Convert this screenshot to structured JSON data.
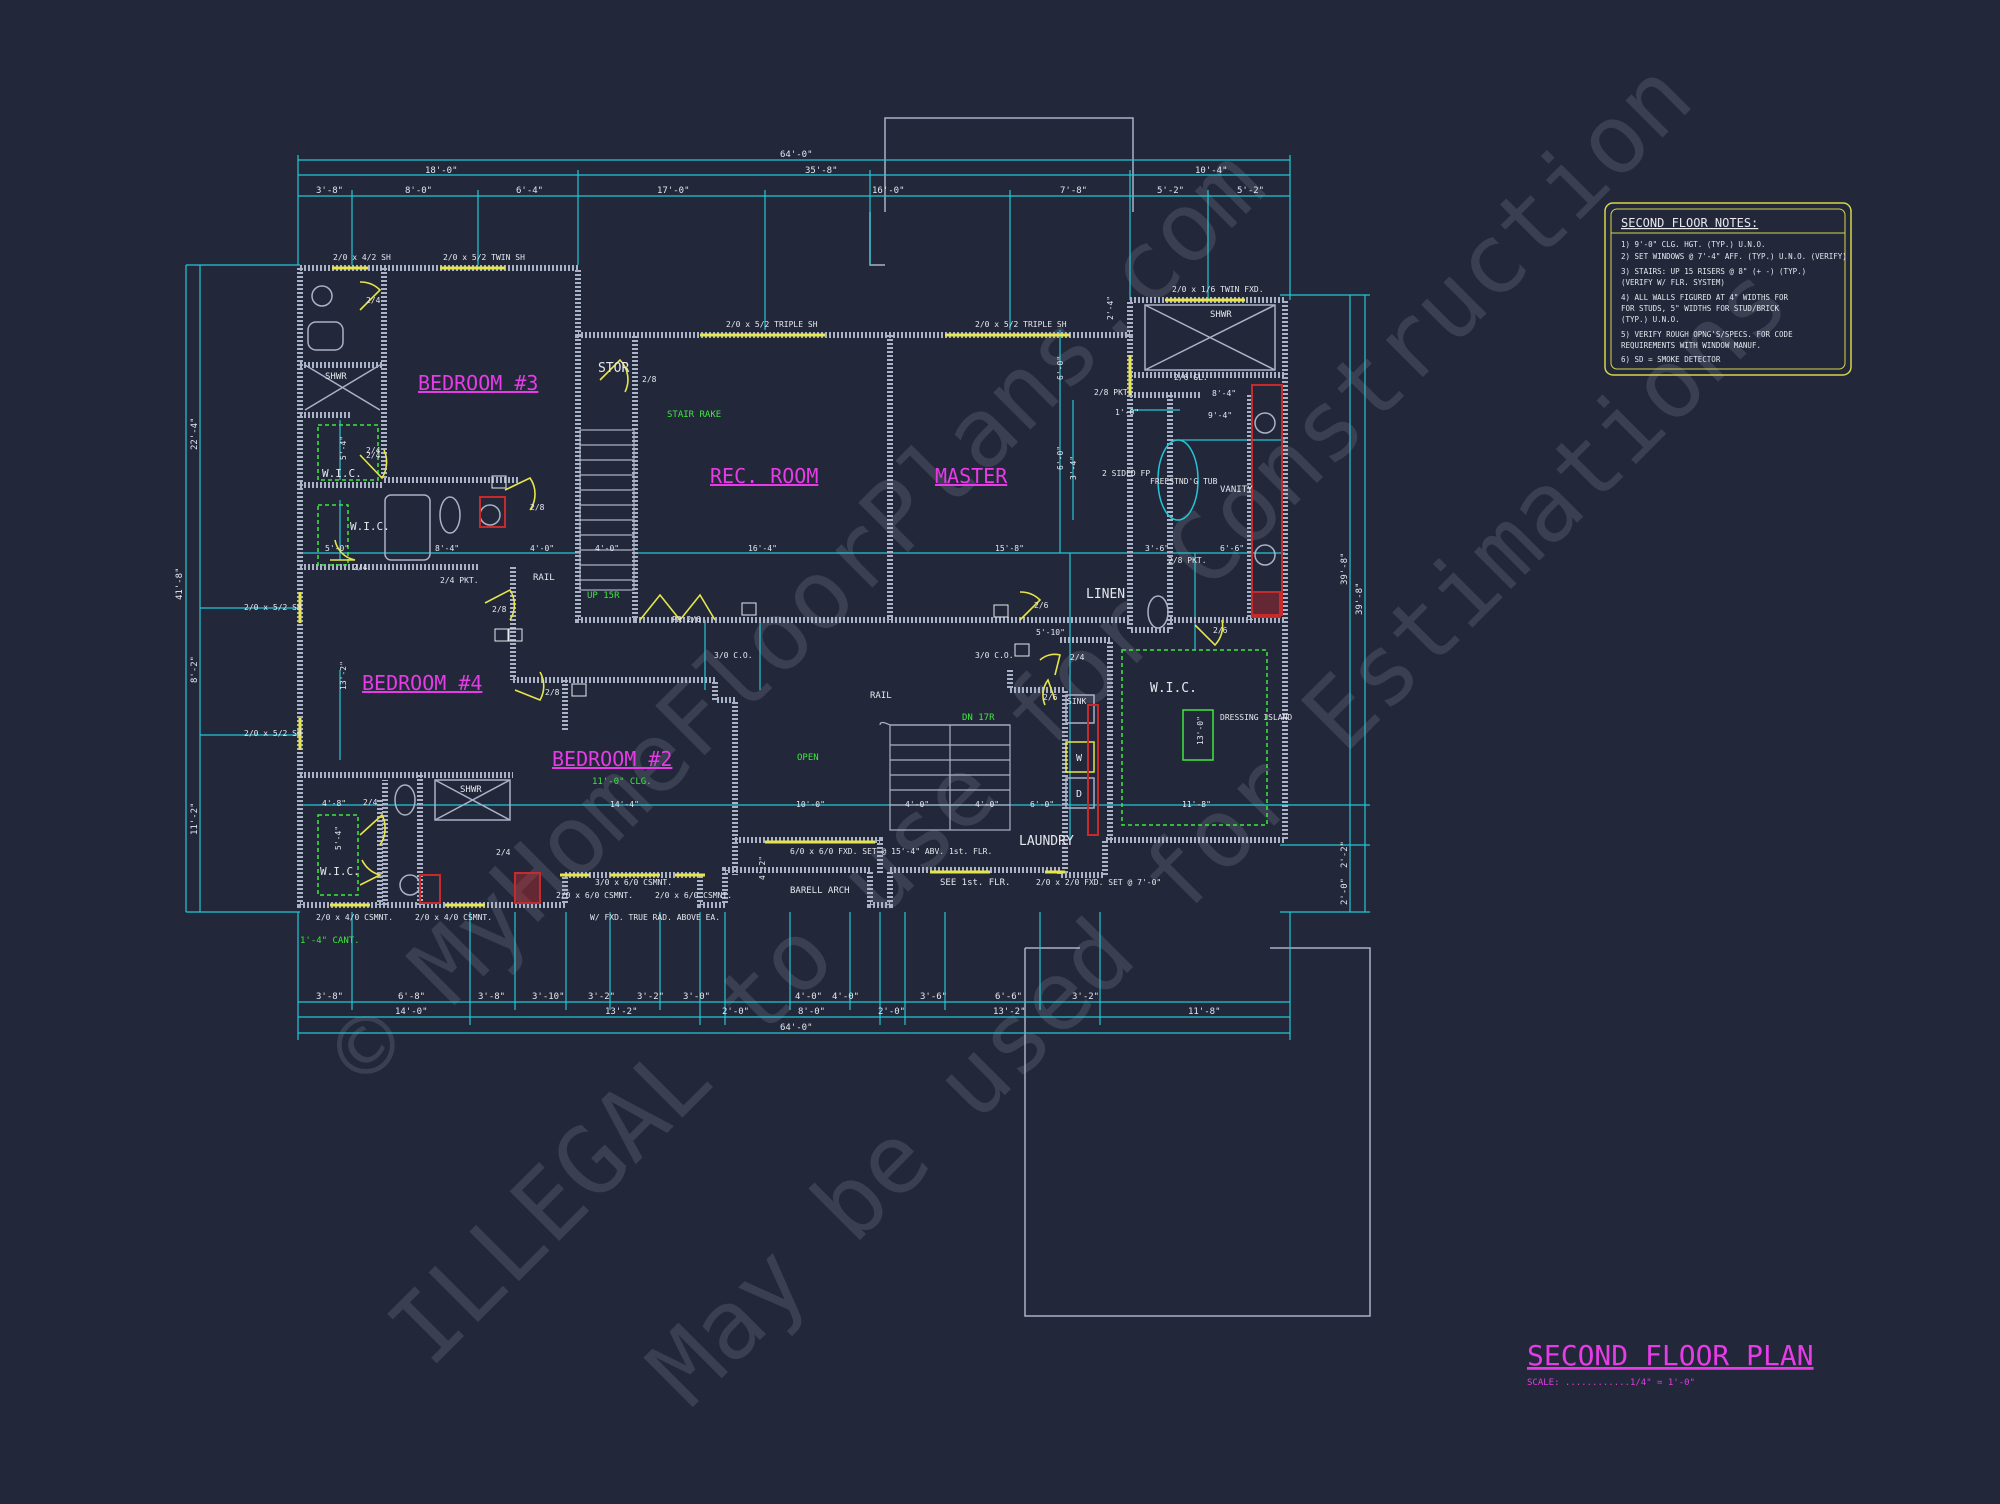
{
  "colors": {
    "background": "#222739",
    "wall": "#aab2c8",
    "dimension": "#22c7d6",
    "room_label": "#e63be6",
    "note": "#3ee83e",
    "door": "#e6e64a",
    "white_text": "#e6e8ee",
    "notes_border": "#d6d64a",
    "watermark": "#3a3f52",
    "red": "#c62a2a"
  },
  "plan": {
    "title": "SECOND FLOOR PLAN",
    "scale_text": "SCALE: ............1/4\" = 1'-0\""
  },
  "notes": {
    "title": "SECOND FLOOR NOTES:",
    "items": [
      "1) 9'-0\" CLG. HGT. (TYP.) U.N.O.",
      "2) SET WINDOWS @ 7'-4\" AFF. (TYP.) U.N.O. (VERIFY)",
      "3) STAIRS: UP 15 RISERS @ 8\" (+ -) (TYP.)",
      "    (VERIFY W/ FLR. SYSTEM)",
      "4) ALL WALLS FIGURED AT 4\" WIDTHS FOR",
      "    FOR STUDS, 5\" WIDTHS FOR STUD/BRICK",
      "    (TYP.) U.N.O.",
      "5) VERIFY ROUGH OPNG'S/SPECS. FOR CODE",
      "    REQUIREMENTS WITH WINDOW MANUF.",
      "6) SD = SMOKE DETECTOR"
    ]
  },
  "rooms": [
    {
      "key": "bedroom3",
      "label": "BEDROOM #3"
    },
    {
      "key": "rec",
      "label": "REC. ROOM"
    },
    {
      "key": "master",
      "label": "MASTER"
    },
    {
      "key": "bedroom4",
      "label": "BEDROOM #4"
    },
    {
      "key": "bedroom2",
      "label": "BEDROOM #2"
    }
  ],
  "labels": {
    "stor": "STOR",
    "linen": "LINEN",
    "laundry": "LAUNDRY",
    "wic_main": "W.I.C.",
    "wic1": "W.I.C.",
    "wic2": "W.I.C.",
    "wic3": "W.I.C.",
    "shwr1": "SHWR",
    "shwr2": "SHWR",
    "shwr3": "SHWR",
    "vanity": "VANITY",
    "freestanding_tub": "FREESTND'G TUB",
    "dressing_island": "DRESSING ISLAND",
    "two_sided_fp": "2 SIDED FP",
    "sink": "SINK",
    "washer": "W",
    "dryer": "D",
    "rail1": "RAIL",
    "rail2": "RAIL",
    "barrel_arch": "BARELL ARCH",
    "see_1st": "SEE 1st. FLR.",
    "clg_note": "11'-0\" CLG."
  },
  "green_notes": {
    "stair_rake": "STAIR RAKE",
    "up_15r": "UP 15R",
    "dn_17r": "DN 17R",
    "open": "OPEN",
    "cant": "1'-4\" CANT."
  },
  "window_labels": [
    "2/0 x 4/2 SH",
    "2/0 x 5/2 TWIN SH",
    "2/0 x 5/2 TRIPLE SH",
    "2/0 x 5/2 TRIPLE SH",
    "2/0 x 1/6 TWIN FXD.",
    "2/0 x 5/2 SH",
    "2/0 x 5/2 SH",
    "2/0 x 4/0 CSMNT.",
    "2/0 x 4/0 CSMNT.",
    "2/0 x 6/0 CSMNT.",
    "3/0 x 6/0 CSMNT.",
    "2/0 x 6/0 CSMNT.",
    "6/0 x 6/0 FXD. SET @ 15'-4\" ABV. 1st. FLR.",
    "2/0 x 2/0 FXD. SET @ 7'-0\"",
    "W/ FXD. TRUE RAD. ABOVE EA."
  ],
  "door_labels": [
    "2/4",
    "2/4",
    "2/4",
    "2/4",
    "2/8",
    "2/8",
    "2/8",
    "2/8",
    "2/4 PKT.",
    "PR 2/6",
    "3/0 C.O.",
    "3/0 C.O.",
    "2/6",
    "2/8 PKT.",
    "2/8 PKT.",
    "2/6 GL.",
    "2/4",
    "2/6",
    "2/4",
    "2/6",
    "2/4"
  ],
  "dims_top_overall": "64'-0\"",
  "dims_top_row2": [
    "18'-0\"",
    "35'-8\"",
    "10'-4\""
  ],
  "dims_top_row3": [
    "3'-8\"",
    "8'-0\"",
    "6'-4\"",
    "17'-0\"",
    "16'-0\"",
    "7'-8\"",
    "5'-2\"",
    "5'-2\""
  ],
  "dims_bottom_row1": [
    "3'-8\"",
    "6'-8\"",
    "3'-8\"",
    "3'-10\"",
    "3'-2\"",
    "3'-2\"",
    "3'-0\"",
    "4'-0\"",
    "4'-0\"",
    "3'-6\"",
    "6'-6\"",
    "3'-2\""
  ],
  "dims_bottom_row2": [
    "14'-0\"",
    "13'-2\"",
    "2'-0\"",
    "8'-0\"",
    "2'-0\"",
    "13'-2\"",
    "11'-8\""
  ],
  "dims_bottom_overall": "64'-0\"",
  "dims_left": [
    "41'-8\"",
    "22'-4\"",
    "8'-2\"",
    "11'-2\""
  ],
  "dims_right": [
    "39'-8\"",
    "39'-8\"",
    "2'-2\"",
    "2'-0\""
  ],
  "interior_dims": [
    "16'-4\"",
    "15'-8\"",
    "4'-0\"",
    "4'-0\"",
    "14'-4\"",
    "10'-0\"",
    "4'-0\"",
    "4'-0\"",
    "11'-8\"",
    "6'-0\"",
    "13'-2\"",
    "8'-4\"",
    "5'-0\"",
    "4'-8\"",
    "5'-4\"",
    "9'-4\"",
    "8'-4\"",
    "6'-6\"",
    "3'-6\"",
    "1'-0\"",
    "5'-10\"",
    "6'-0\"",
    "13'-0\"",
    "5'-4\"",
    "3'-4\"",
    "4'-2\"",
    "2'-4\"",
    "6'-0\""
  ],
  "watermark": {
    "line1": "© MyHomeFloorPlans.com",
    "line2": "ILLEGAL to use for Construction",
    "line3": "May be used for Estimations"
  }
}
